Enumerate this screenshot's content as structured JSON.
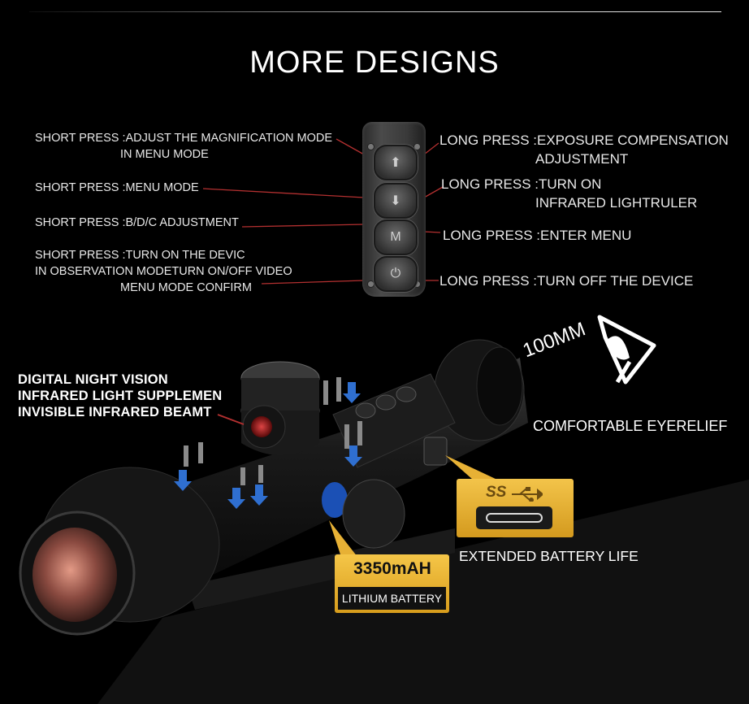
{
  "title": "MORE DESIGNS",
  "left_labels": [
    {
      "line1": "SHORT PRESS :ADJUST THE MAGNIFICATION MODE",
      "line2": "IN MENU MODE"
    },
    {
      "line1": "SHORT PRESS :MENU MODE"
    },
    {
      "line1": "SHORT PRESS :B/D/C ADJUSTMENT"
    },
    {
      "line1": "SHORT PRESS :TURN ON THE DEVIC",
      "line2": "IN OBSERVATION MODETURN ON/OFF VIDEO",
      "line3": "MENU MODE CONFIRM"
    }
  ],
  "right_labels": [
    {
      "line1": "LONG PRESS :EXPOSURE COMPENSATION",
      "line2": "ADJUSTMENT"
    },
    {
      "line1": "LONG PRESS :TURN ON",
      "line2": "INFRARED LIGHTRULER"
    },
    {
      "line1": "LONG PRESS :ENTER MENU"
    },
    {
      "line1": "LONG PRESS :TURN OFF THE DEVICE"
    }
  ],
  "keypad": {
    "keys": [
      {
        "icon": "arrow-up-icon",
        "symbol": "⬆"
      },
      {
        "icon": "arrow-down-icon",
        "symbol": "⬇"
      },
      {
        "icon": "m-menu-icon",
        "symbol": "M"
      },
      {
        "icon": "power-icon",
        "symbol": "⏻"
      }
    ]
  },
  "product": {
    "night_vision": [
      "DIGITAL NIGHT VISION",
      "INFRARED LIGHT SUPPLEMEN",
      "INVISIBLE INFRARED BEAMT"
    ],
    "eye_distance": "100MM",
    "eye_relief": "COMFORTABLE EYERELIEF",
    "usb_logo": "SS",
    "battery_life": "EXTENDED BATTERY LIFE",
    "battery_capacity": "3350mAH",
    "battery_type": "LITHIUM BATTERY"
  },
  "colors": {
    "lead_line": "#b33030",
    "badge": "#e7b135",
    "background": "#000000"
  }
}
